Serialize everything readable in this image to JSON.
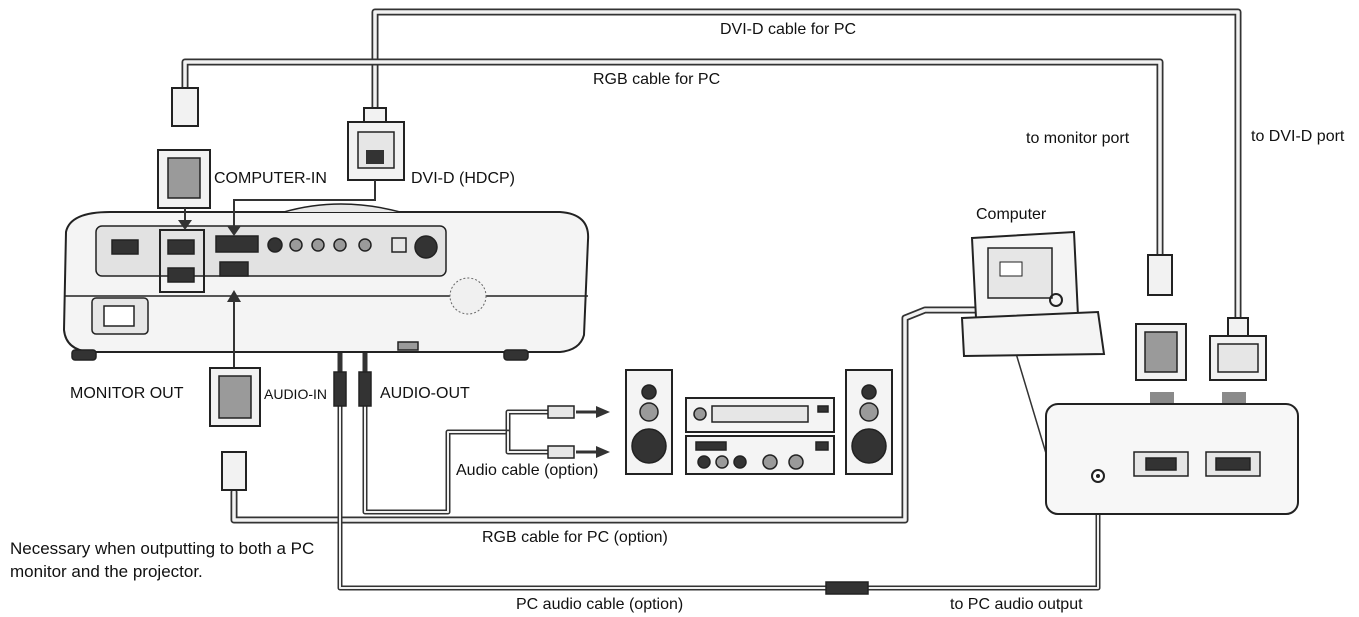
{
  "labels": {
    "dvi_cable": "DVI-D cable for PC",
    "rgb_cable": "RGB cable for PC",
    "to_monitor_port": "to monitor port",
    "to_dvi_port": "to DVI-D port",
    "computer_in": "COMPUTER-IN",
    "dvi_d_hdcp": "DVI-D (HDCP)",
    "computer": "Computer",
    "monitor_out": "MONITOR OUT",
    "audio_in": "AUDIO-IN",
    "audio_out": "AUDIO-OUT",
    "audio_cable": "Audio cable (option)",
    "rgb_cable_option": "RGB cable for PC (option)",
    "pc_audio_cable": "PC audio cable (option)",
    "to_pc_audio_output": "to PC audio output",
    "note": "Necessary when outputting to both a PC monitor and the projector."
  }
}
